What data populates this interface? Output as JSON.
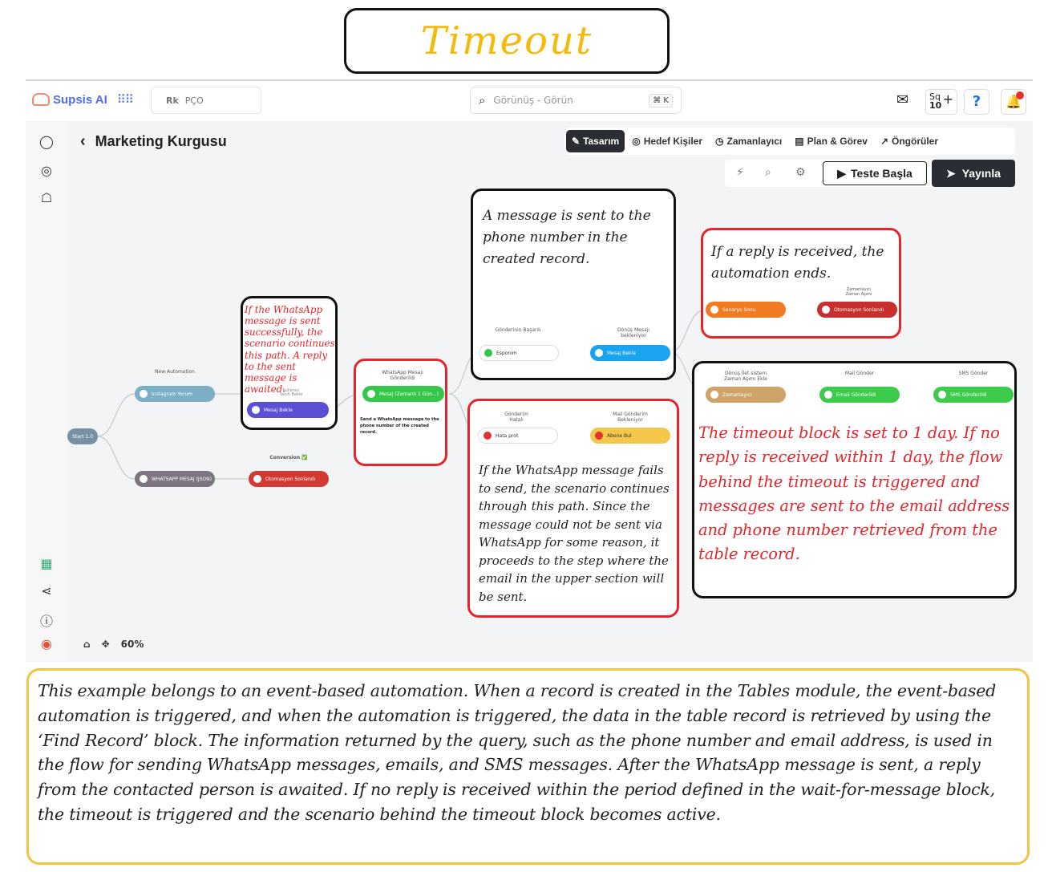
{
  "header": {
    "title": "Timeout"
  },
  "app": {
    "brand": "Supsis AI",
    "apps_icon": "grid-icon",
    "workspace": {
      "icon_text": "Rk",
      "label": "PÇO"
    },
    "search": {
      "placeholder": "Görünüş - Görün",
      "shortcut": "⌘ K"
    },
    "credits": {
      "top": "Sq",
      "bottom": "10",
      "plus": "+"
    },
    "help": "?",
    "page_title": "Marketing Kurgusu",
    "tabs": [
      {
        "label": "Tasarım",
        "icon": "✎",
        "active": true
      },
      {
        "label": "Hedef Kişiler",
        "icon": "◎"
      },
      {
        "label": "Zamanlayıcı",
        "icon": "◷"
      },
      {
        "label": "Plan & Görev",
        "icon": "▤"
      },
      {
        "label": "Öngörüler",
        "icon": "↗"
      }
    ],
    "test_button": "Teste Başla",
    "publish_button": "Yayınla",
    "zoom": "60%",
    "colors": {
      "accent": "#2a2d33",
      "brand": "#4f6df0",
      "annotation_red": "#e5252a",
      "note_border": "#f5c242",
      "title_yellow": "#f5b90a"
    }
  },
  "flow": {
    "start": "Start 1.0",
    "new_automation": "New Automation",
    "instagram": "Instagram Yorum",
    "whatsapp_json": "WHATSAPP MESAJ (JSON)",
    "conversion": "Conversion ✅",
    "end_left": "Otomasyon Sonlandı",
    "wait_label_1": "Kullanıcı",
    "wait_label_2": "Yanıtı Bekle",
    "mesaj_bekle": "Mesaj Bekle",
    "wa_message_title": "WhatsApp Mesajı",
    "wa_message_sub": "Gönderildi",
    "wa_message_node": "Mesaj (Zamanlı 1 Gün...)",
    "wa_message_desc": "Send a WhatsApp message to the phone number of the created record.",
    "sender_label": "Gönderinin Başarılı",
    "sender_node": "Esponim",
    "reply_label_1": "Dönüş Mesajı",
    "reply_label_2": "bekleniyor",
    "reply_node": "Mesaj Bekle",
    "scenario_node": "Senaryo Sonu",
    "timer_label_1": "Zamanlayıcı",
    "timer_label_2": "Zaman Aşımı",
    "end_right": "Otomasyon Sonlandı",
    "fail_label_1": "Gönderim",
    "fail_label_2": "Hatalı",
    "fail_node": "Hata prot",
    "mail_wait_label_1": "Mail Gönderim",
    "mail_wait_label_2": "Bekleniyor",
    "mail_wait_node": "Abone Bul",
    "timeout_label_1": "Dönüş İlet sistem",
    "timeout_label_2": "Zaman Aşımı Ekle",
    "timeout_node": "Zamanlayıcı",
    "mail_label": "Mail Gönder",
    "mail_node": "Email Gönderildi",
    "sms_label": "SMS Gönder",
    "sms_node": "SMS Gönderildi"
  },
  "annotations": {
    "wa_success": "If the WhatsApp message is sent successfully, the scenario continues this path. A reply to the sent message is awaited.",
    "message_sent": "A message is sent to the phone number in the created record.",
    "reply_received": "If a reply is received, the automation ends.",
    "fail_path": "If the WhatsApp message fails to send, the scenario continues through this path. Since the message could not be sent via WhatsApp for some reason, it proceeds to the step where the email in the upper section will be sent.",
    "timeout_block": "The timeout block is set to 1 day. If no reply is received within 1 day, the flow behind the timeout is triggered and messages are sent to the email address and phone number retrieved from the table record."
  },
  "note": "This example belongs to an event-based automation. When a record is created in the Tables module, the event-based automation is triggered, and when the automation is triggered, the data in the table record is retrieved by using the ‘Find Record’ block. The information returned by the query, such as the phone number and email address, is used in the flow for sending WhatsApp messages, emails, and SMS messages. After the WhatsApp message is sent, a reply from the contacted person is awaited. If no reply is received within the period defined in the wait-for-message block, the timeout is triggered and the scenario behind the timeout block becomes active."
}
